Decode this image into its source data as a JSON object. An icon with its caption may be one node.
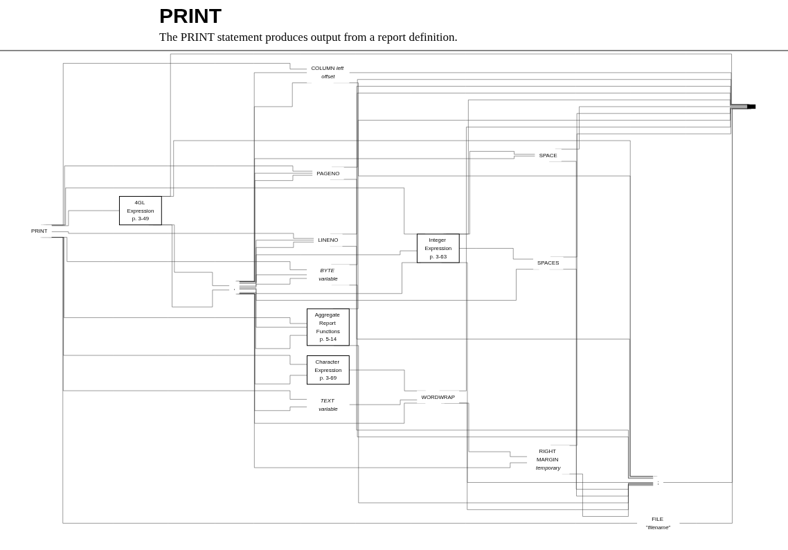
{
  "diagram": {
    "title": "PRINT",
    "nodes": [
      {
        "text": [
          "PRINT"
        ]
      },
      {
        "text": [
          "4GL Expression",
          "p. 3-49"
        ]
      },
      {
        "text": [
          "COLUMN *left offset*"
        ]
      },
      {
        "text": [
          "PAGENO"
        ]
      },
      {
        "text": [
          "LINENO"
        ]
      },
      {
        "text": [
          "BYTE variable"
        ]
      },
      {
        "text": [
          "Integer Expression",
          "p. 3-63"
        ]
      },
      {
        "text": [
          "SPACE"
        ]
      },
      {
        "text": [
          "SPACES"
        ]
      },
      {
        "text": [
          "Aggregate Report Functions",
          "p. 5-14"
        ]
      },
      {
        "text": [
          "Character Expression",
          "p. 3-69"
        ]
      },
      {
        "text": [
          "TEXT variable"
        ]
      },
      {
        "text": [
          "WORDWRAP"
        ]
      },
      {
        "text": [
          "RIGHT MARGIN *temporary*"
        ]
      },
      {
        "text": [
          "FILE \"*filename*\""
        ]
      },
      {
        "text": [
          ","
        ]
      },
      {
        "text": [
          ";"
        ]
      },
      {
        "text": [],
        "shape": "bar"
      }
    ],
    "edges": [
      {
        "from": 0,
        "to": 1,
        "arrow": "none"
      },
      {
        "from": 0,
        "to": 2,
        "arrow": "none"
      },
      {
        "from": 0,
        "to": 3,
        "arrow": "none"
      },
      {
        "from": 0,
        "to": 4,
        "arrow": "none"
      },
      {
        "from": 0,
        "to": 5,
        "arrow": "none"
      },
      {
        "from": 0,
        "to": 6,
        "arrow": "none"
      },
      {
        "from": 0,
        "to": 9,
        "arrow": "none"
      },
      {
        "from": 0,
        "to": 10,
        "arrow": "none"
      },
      {
        "from": 0,
        "to": 11,
        "arrow": "none"
      },
      {
        "from": 0,
        "to": 14,
        "arrow": "none"
      },
      {
        "from": 6,
        "to": 7,
        "arrow": "none"
      },
      {
        "from": 6,
        "to": 8,
        "arrow": "none"
      },
      {
        "from": 10,
        "to": 12,
        "arrow": "none"
      },
      {
        "from": 11,
        "to": 12,
        "arrow": "none"
      },
      {
        "from": 12,
        "to": 13,
        "arrow": "none"
      },
      {
        "from": 1,
        "to": 15,
        "arrow": "none"
      },
      {
        "from": 2,
        "to": 15,
        "arrow": "none"
      },
      {
        "from": 3,
        "to": 15,
        "arrow": "none"
      },
      {
        "from": 4,
        "to": 15,
        "arrow": "none"
      },
      {
        "from": 5,
        "to": 15,
        "arrow": "none"
      },
      {
        "from": 6,
        "to": 15,
        "arrow": "none"
      },
      {
        "from": 7,
        "to": 15,
        "arrow": "none"
      },
      {
        "from": 8,
        "to": 15,
        "arrow": "none"
      },
      {
        "from": 9,
        "to": 15,
        "arrow": "none"
      },
      {
        "from": 12,
        "to": 15,
        "arrow": "none"
      },
      {
        "from": 13,
        "to": 15,
        "arrow": "none"
      },
      {
        "from": 15,
        "to": 1,
        "arrow": "none"
      },
      {
        "from": 15,
        "to": 2,
        "arrow": "none"
      },
      {
        "from": 15,
        "to": 3,
        "arrow": "none"
      },
      {
        "from": 15,
        "to": 4,
        "arrow": "none"
      },
      {
        "from": 15,
        "to": 5,
        "arrow": "none"
      },
      {
        "from": 15,
        "to": 6,
        "arrow": "none"
      },
      {
        "from": 15,
        "to": 9,
        "arrow": "none"
      },
      {
        "from": 15,
        "to": 10,
        "arrow": "none"
      },
      {
        "from": 15,
        "to": 11,
        "arrow": "none"
      },
      {
        "from": 1,
        "to": 16,
        "arrow": "none"
      },
      {
        "from": 2,
        "to": 16,
        "arrow": "none"
      },
      {
        "from": 3,
        "to": 16,
        "arrow": "none"
      },
      {
        "from": 4,
        "to": 16,
        "arrow": "none"
      },
      {
        "from": 5,
        "to": 16,
        "arrow": "none"
      },
      {
        "from": 6,
        "to": 16,
        "arrow": "none"
      },
      {
        "from": 7,
        "to": 16,
        "arrow": "none"
      },
      {
        "from": 8,
        "to": 16,
        "arrow": "none"
      },
      {
        "from": 9,
        "to": 16,
        "arrow": "none"
      },
      {
        "from": 12,
        "to": 16,
        "arrow": "none"
      },
      {
        "from": 13,
        "to": 16,
        "arrow": "none"
      },
      {
        "from": 1,
        "to": 17,
        "arrow": "none"
      },
      {
        "from": 2,
        "to": 17,
        "arrow": "none"
      },
      {
        "from": 3,
        "to": 17,
        "arrow": "none"
      },
      {
        "from": 4,
        "to": 17,
        "arrow": "none"
      },
      {
        "from": 5,
        "to": 17,
        "arrow": "none"
      },
      {
        "from": 6,
        "to": 17,
        "arrow": "none"
      },
      {
        "from": 7,
        "to": 17,
        "arrow": "none"
      },
      {
        "from": 8,
        "to": 17,
        "arrow": "none"
      },
      {
        "from": 9,
        "to": 17,
        "arrow": "none"
      },
      {
        "from": 12,
        "to": 17,
        "arrow": "none"
      },
      {
        "from": 13,
        "to": 17,
        "arrow": "none"
      },
      {
        "from": 16,
        "to": 17,
        "arrow": "none"
      },
      {
        "from": 14,
        "to": 17,
        "arrow": "none"
      }
    ],
    "labels": [
      "The PRINT statement produces output from a report definition."
    ]
  }
}
